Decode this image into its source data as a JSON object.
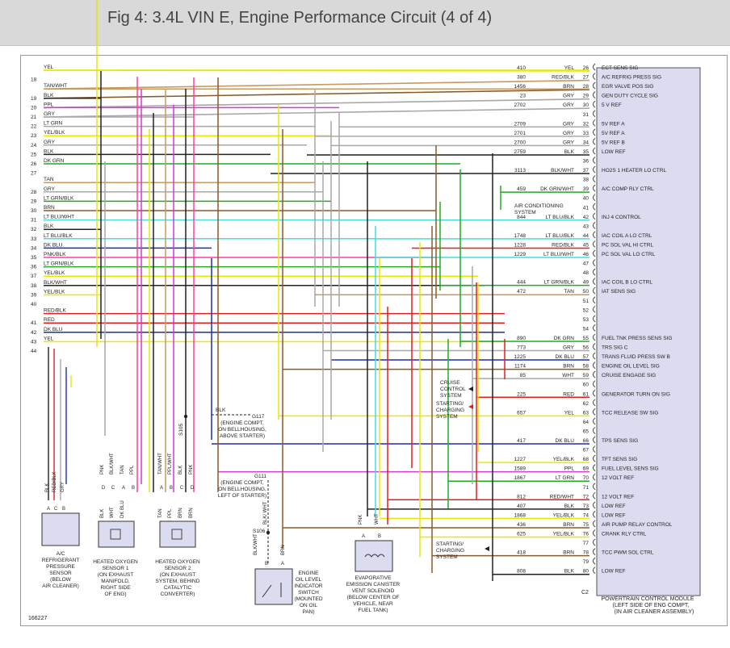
{
  "title": "Fig 4: 3.4L VIN E, Engine Performance Circuit (4 of 4)",
  "figure_id": "166227",
  "colors": {
    "yellow": "#e8e800",
    "red": "#e02020",
    "tan": "#c89a5e",
    "brown": "#8a5a2a",
    "pink": "#ff3fa0",
    "purple": "#d23ad2",
    "blue": "#1a2fb0",
    "black": "#222222",
    "gray": "#a8a8a8",
    "green": "#22aa22",
    "lightblue": "#44dede",
    "pcm_fill": "#dcdcf0"
  },
  "left_rows": [
    {
      "pin": "",
      "wire": "YEL"
    },
    {
      "pin": "18",
      "wire": ""
    },
    {
      "pin": "",
      "wire": "TAN/WHT"
    },
    {
      "pin": "19",
      "wire": "BLK"
    },
    {
      "pin": "20",
      "wire": "PPL"
    },
    {
      "pin": "21",
      "wire": "GRY"
    },
    {
      "pin": "22",
      "wire": "LT GRN"
    },
    {
      "pin": "23",
      "wire": "YEL/BLK"
    },
    {
      "pin": "24",
      "wire": "GRY"
    },
    {
      "pin": "25",
      "wire": "BLK"
    },
    {
      "pin": "26",
      "wire": "DK GRN"
    },
    {
      "pin": "27",
      "wire": ""
    },
    {
      "pin": "",
      "wire": "TAN"
    },
    {
      "pin": "28",
      "wire": "GRY"
    },
    {
      "pin": "29",
      "wire": "LT GRN/BLK"
    },
    {
      "pin": "30",
      "wire": "BRN"
    },
    {
      "pin": "31",
      "wire": "LT BLU/WHT"
    },
    {
      "pin": "32",
      "wire": "BLK"
    },
    {
      "pin": "33",
      "wire": "LT BLU/BLK"
    },
    {
      "pin": "34",
      "wire": "DK BLU"
    },
    {
      "pin": "35",
      "wire": "PNK/BLK"
    },
    {
      "pin": "36",
      "wire": "LT GRN/BLK"
    },
    {
      "pin": "37",
      "wire": "YEL/BLK"
    },
    {
      "pin": "38",
      "wire": "BLK/WHT"
    },
    {
      "pin": "39",
      "wire": "YEL/BLK"
    },
    {
      "pin": "40",
      "wire": ""
    },
    {
      "pin": "",
      "wire": "RED/BLK"
    },
    {
      "pin": "41",
      "wire": "RED"
    },
    {
      "pin": "42",
      "wire": "DK BLU"
    },
    {
      "pin": "43",
      "wire": "YEL"
    },
    {
      "pin": "44",
      "wire": ""
    }
  ],
  "right_rows": [
    {
      "circuit": "410",
      "wire": "YEL",
      "pin": "26",
      "label": "ECT SENS SIG"
    },
    {
      "circuit": "380",
      "wire": "RED/BLK",
      "pin": "27",
      "label": "A/C REFRIG PRESS SIG"
    },
    {
      "circuit": "1456",
      "wire": "BRN",
      "pin": "28",
      "label": "EGR VALVE POS SIG"
    },
    {
      "circuit": "23",
      "wire": "GRY",
      "pin": "29",
      "label": "GEN DUTY CYCLE SIG"
    },
    {
      "circuit": "2702",
      "wire": "GRY",
      "pin": "30",
      "label": "5 V REF"
    },
    {
      "circuit": "",
      "wire": "",
      "pin": "31",
      "label": ""
    },
    {
      "circuit": "2709",
      "wire": "GRY",
      "pin": "32",
      "label": "5V REF A"
    },
    {
      "circuit": "2701",
      "wire": "GRY",
      "pin": "33",
      "label": "5V REF A"
    },
    {
      "circuit": "2700",
      "wire": "GRY",
      "pin": "34",
      "label": "5V REF B"
    },
    {
      "circuit": "2759",
      "wire": "BLK",
      "pin": "35",
      "label": "LOW REF"
    },
    {
      "circuit": "",
      "wire": "",
      "pin": "36",
      "label": ""
    },
    {
      "circuit": "3113",
      "wire": "BLK/WHT",
      "pin": "37",
      "label": "HO2S 1 HEATER LO CTRL"
    },
    {
      "circuit": "",
      "wire": "",
      "pin": "38",
      "label": ""
    },
    {
      "circuit": "459",
      "wire": "DK GRN/WHT",
      "pin": "39",
      "label": "A/C COMP RLY CTRL"
    },
    {
      "circuit": "",
      "wire": "",
      "pin": "40",
      "label": ""
    },
    {
      "circuit": "",
      "wire": "",
      "pin": "41",
      "label": ""
    },
    {
      "circuit": "844",
      "wire": "LT BLU/BLK",
      "pin": "42",
      "label": "INJ 4 CONTROL"
    },
    {
      "circuit": "",
      "wire": "",
      "pin": "43",
      "label": ""
    },
    {
      "circuit": "1748",
      "wire": "LT BLU/BLK",
      "pin": "44",
      "label": "IAC COIL A LO CTRL"
    },
    {
      "circuit": "1228",
      "wire": "RED/BLK",
      "pin": "45",
      "label": "PC SOL VAL HI CTRL"
    },
    {
      "circuit": "1229",
      "wire": "LT BLU/WHT",
      "pin": "46",
      "label": "PC SOL VAL LO CTRL"
    },
    {
      "circuit": "",
      "wire": "",
      "pin": "47",
      "label": ""
    },
    {
      "circuit": "",
      "wire": "",
      "pin": "48",
      "label": ""
    },
    {
      "circuit": "444",
      "wire": "LT GRN/BLK",
      "pin": "49",
      "label": "IAC COIL B LO CTRL"
    },
    {
      "circuit": "472",
      "wire": "TAN",
      "pin": "50",
      "label": "IAT SENS SIG"
    },
    {
      "circuit": "",
      "wire": "",
      "pin": "51",
      "label": ""
    },
    {
      "circuit": "",
      "wire": "",
      "pin": "52",
      "label": ""
    },
    {
      "circuit": "",
      "wire": "",
      "pin": "53",
      "label": ""
    },
    {
      "circuit": "",
      "wire": "",
      "pin": "54",
      "label": ""
    },
    {
      "circuit": "890",
      "wire": "DK GRN",
      "pin": "55",
      "label": "FUEL TNK PRESS SENS SIG"
    },
    {
      "circuit": "773",
      "wire": "GRY",
      "pin": "56",
      "label": "TRS SIG C"
    },
    {
      "circuit": "1225",
      "wire": "DK BLU",
      "pin": "57",
      "label": "TRANS FLUID PRESS SW B"
    },
    {
      "circuit": "1174",
      "wire": "BRN",
      "pin": "58",
      "label": "ENGINE OIL LEVEL SIG"
    },
    {
      "circuit": "85",
      "wire": "WHT",
      "pin": "59",
      "label": "CRUISE ENGAGE SIG"
    },
    {
      "circuit": "",
      "wire": "",
      "pin": "60",
      "label": ""
    },
    {
      "circuit": "225",
      "wire": "RED",
      "pin": "61",
      "label": "GENERATOR TURN ON SIG"
    },
    {
      "circuit": "",
      "wire": "",
      "pin": "62",
      "label": ""
    },
    {
      "circuit": "657",
      "wire": "YEL",
      "pin": "63",
      "label": "TCC RELEASE SW SIG"
    },
    {
      "circuit": "",
      "wire": "",
      "pin": "64",
      "label": ""
    },
    {
      "circuit": "",
      "wire": "",
      "pin": "65",
      "label": ""
    },
    {
      "circuit": "417",
      "wire": "DK BLU",
      "pin": "66",
      "label": "TPS SENS SIG"
    },
    {
      "circuit": "",
      "wire": "",
      "pin": "67",
      "label": ""
    },
    {
      "circuit": "1227",
      "wire": "YEL/BLK",
      "pin": "68",
      "label": "TFT SENS SIG"
    },
    {
      "circuit": "1589",
      "wire": "PPL",
      "pin": "69",
      "label": "FUEL LEVEL SENS SIG"
    },
    {
      "circuit": "1867",
      "wire": "LT GRN",
      "pin": "70",
      "label": "12 VOLT REF"
    },
    {
      "circuit": "",
      "wire": "",
      "pin": "71",
      "label": ""
    },
    {
      "circuit": "812",
      "wire": "RED/WHT",
      "pin": "72",
      "label": "12 VOLT REF"
    },
    {
      "circuit": "407",
      "wire": "BLK",
      "pin": "73",
      "label": "LOW REF"
    },
    {
      "circuit": "1868",
      "wire": "YEL/BLK",
      "pin": "74",
      "label": "LOW REF"
    },
    {
      "circuit": "436",
      "wire": "BRN",
      "pin": "75",
      "label": "AIR PUMP RELAY CONTROL"
    },
    {
      "circuit": "625",
      "wire": "YEL/BLK",
      "pin": "76",
      "label": "CRANK RLY CTRL"
    },
    {
      "circuit": "",
      "wire": "",
      "pin": "77",
      "label": ""
    },
    {
      "circuit": "418",
      "wire": "BRN",
      "pin": "78",
      "label": "TCC PWM SOL CTRL"
    },
    {
      "circuit": "",
      "wire": "",
      "pin": "79",
      "label": ""
    },
    {
      "circuit": "808",
      "wire": "BLK",
      "pin": "80",
      "label": "LOW REF"
    }
  ],
  "connector_id": "C2",
  "pcm_caption": [
    "POWERTRAIN CONTROL MODULE",
    "(LEFT SIDE OF ENG COMPT,",
    "(IN AIR CLEANER ASSEMBLY)"
  ],
  "side_notes": [
    {
      "id": "ac",
      "lines": [
        "AIR CONDITIONING",
        "SYSTEM"
      ]
    },
    {
      "id": "cruise",
      "lines": [
        "CRUISE",
        "CONTROL",
        "SYSTEM"
      ]
    },
    {
      "id": "start1",
      "lines": [
        "STARTING/",
        "CHARGING",
        "SYSTEM"
      ]
    },
    {
      "id": "start2",
      "lines": [
        "STARTING/",
        "CHARGING",
        "SYSTEM"
      ]
    }
  ],
  "grounds": [
    {
      "id": "g117",
      "wire": "BLK",
      "name": "G117",
      "lines": [
        "(ENGINE COMPT,",
        "ON BELLHOUSING,",
        "ABOVE STARTER)"
      ]
    },
    {
      "id": "g111",
      "wire": "",
      "name": "G111",
      "lines": [
        "(ENGINE COMPT,",
        "ON BELLHOUSING,",
        "LEFT OF STARTER)"
      ]
    }
  ],
  "splices": [
    "S105",
    "S106"
  ],
  "components": [
    {
      "id": "ac-pressure-sensor",
      "pins": [
        "A",
        "C",
        "B"
      ],
      "wires": [
        "BLK",
        "RED/BLK",
        "GRY"
      ],
      "caption": [
        "A/C",
        "REFRIGERANT",
        "PRESSURE",
        "SENSOR",
        "(BELOW",
        "AIR CLEANER)"
      ]
    },
    {
      "id": "ho2s-1",
      "pins": [
        "D",
        "C",
        "A",
        "B"
      ],
      "wires_top": [
        "PNK",
        "BLK/WHT",
        "TAN",
        "PPL"
      ],
      "wires_bottom": [
        "BLK",
        "WHT",
        "DK BLU"
      ],
      "caption": [
        "HEATED OXYGEN",
        "SENSOR 1",
        "(ON EXHAUST",
        "MANIFOLD,",
        "RIGHT SIDE",
        "OF ENG)"
      ]
    },
    {
      "id": "ho2s-2",
      "pins": [
        "A",
        "B",
        "C",
        "D"
      ],
      "wires_top": [
        "TAN/WHT",
        "PPL/WHT",
        "BLK",
        "PNK"
      ],
      "wires_bottom": [
        "TAN",
        "PPL",
        "BRN",
        "BRN"
      ],
      "caption": [
        "HEATED OXYGEN",
        "SENSOR 2",
        "(ON EXHAUST",
        "SYSTEM, BEHIND",
        "CATALYTIC",
        "CONVERTER)"
      ]
    },
    {
      "id": "oil-level-switch",
      "pins": [
        "B",
        "A"
      ],
      "wires": [
        "BLK/WHT",
        "BRN"
      ],
      "caption": [
        "ENGINE",
        "OIL LEVEL",
        "INDICATOR",
        "SWITCH",
        "(MOUNTED",
        "ON OIL",
        "PAN)"
      ]
    },
    {
      "id": "evap-vent-solenoid",
      "pins": [
        "A",
        "B"
      ],
      "wires": [
        "PNK",
        "WHT"
      ],
      "caption": [
        "EVAPORATIVE",
        "EMISSION CANISTER",
        "VENT SOLENOID",
        "(BELOW CENTER OF",
        "VEHICLE, NEAR",
        "FUEL TANK)"
      ]
    }
  ],
  "ground_wire_label": "BLK/ WHT"
}
